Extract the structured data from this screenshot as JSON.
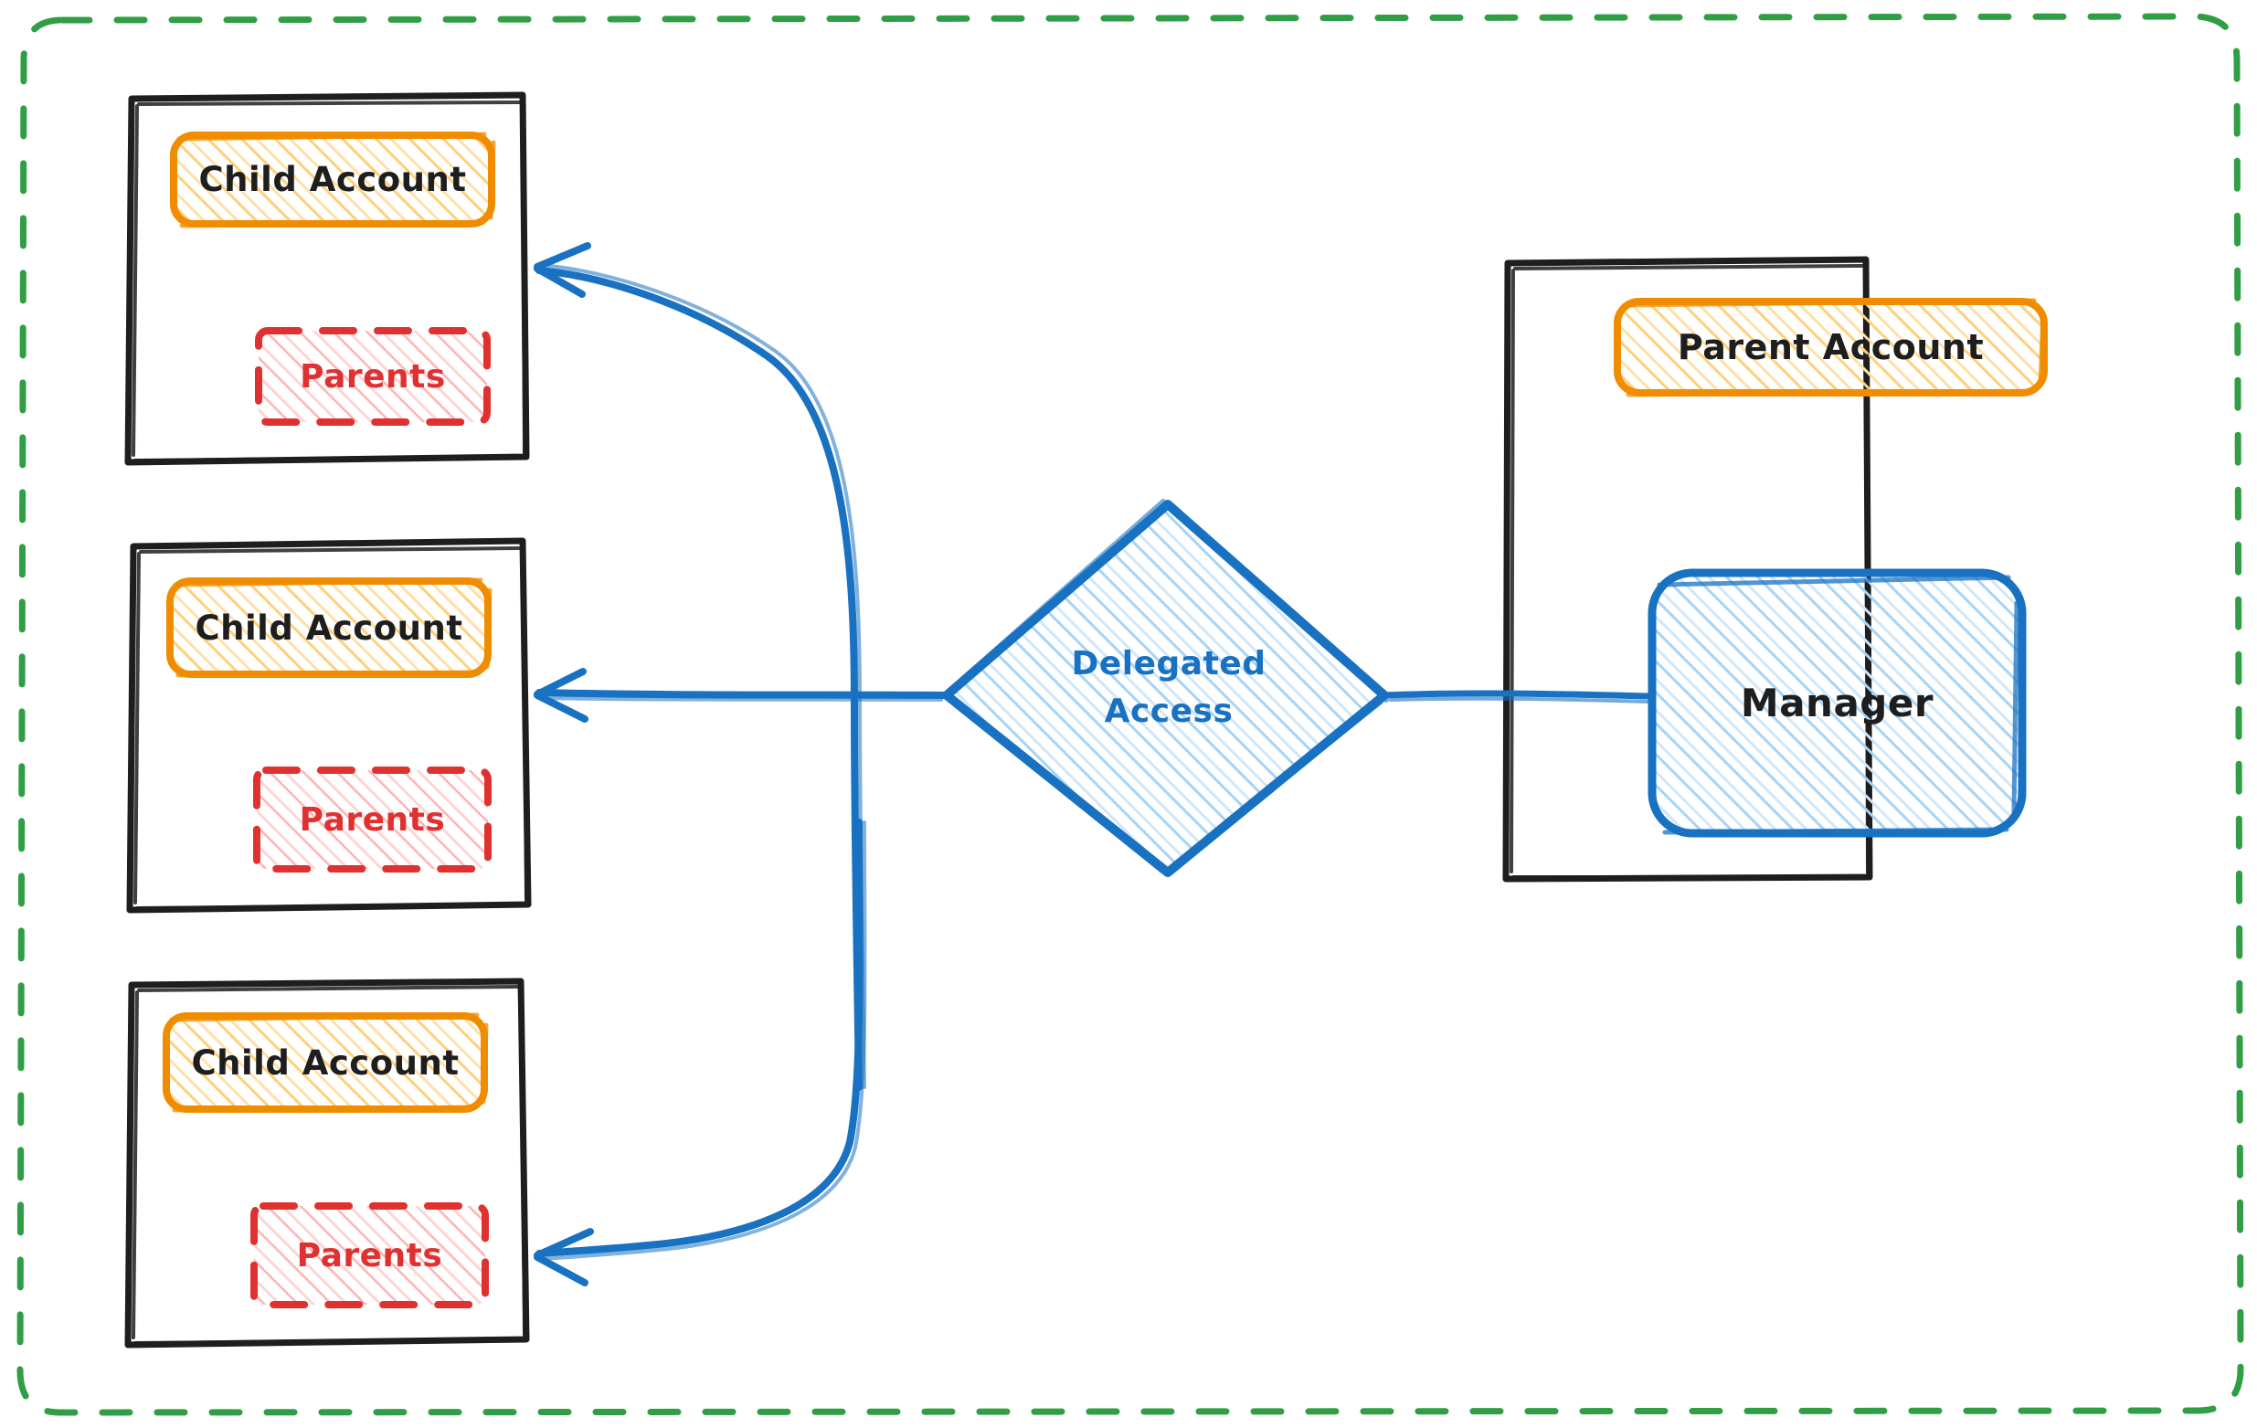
{
  "diagram": {
    "type": "architecture-flow",
    "title": "Delegated Access",
    "outer_boundary": {
      "name": "organization-boundary",
      "style": "dashed-rounded",
      "color": "#2f9e44"
    },
    "child_accounts": [
      {
        "index": 1,
        "container_name": "child-account-container-1",
        "account_label": "Child Account",
        "parents_label": "Parents"
      },
      {
        "index": 2,
        "container_name": "child-account-container-2",
        "account_label": "Child Account",
        "parents_label": "Parents"
      },
      {
        "index": 3,
        "container_name": "child-account-container-3",
        "account_label": "Child Account",
        "parents_label": "Parents"
      }
    ],
    "decision": {
      "label_line1": "Delegated",
      "label_line2": "Access",
      "shape": "diamond",
      "color": "#1971c2"
    },
    "parent_panel": {
      "account_label": "Parent Account",
      "manager_label": "Manager"
    },
    "connectors": [
      {
        "name": "arrow-to-child-1",
        "from": "delegated-access",
        "to": "child-account-container-1",
        "style": "curved",
        "direction": "left"
      },
      {
        "name": "arrow-to-child-2",
        "from": "delegated-access",
        "to": "child-account-container-2",
        "style": "straight",
        "direction": "left"
      },
      {
        "name": "arrow-to-child-3",
        "from": "delegated-access",
        "to": "child-account-container-3",
        "style": "curved",
        "direction": "left"
      },
      {
        "name": "link-manager-to-delegated-access",
        "from": "manager",
        "to": "delegated-access",
        "style": "straight",
        "direction": "none"
      }
    ],
    "colors": {
      "outline_black": "#1e1e1e",
      "orange_stroke": "#f08c00",
      "orange_fill": "#ffd89e",
      "red_stroke": "#e03131",
      "red_fill": "#ffc9c9",
      "blue_stroke": "#1971c2",
      "blue_fill": "#a5d8ff",
      "green_dashed": "#2f9e44"
    }
  }
}
